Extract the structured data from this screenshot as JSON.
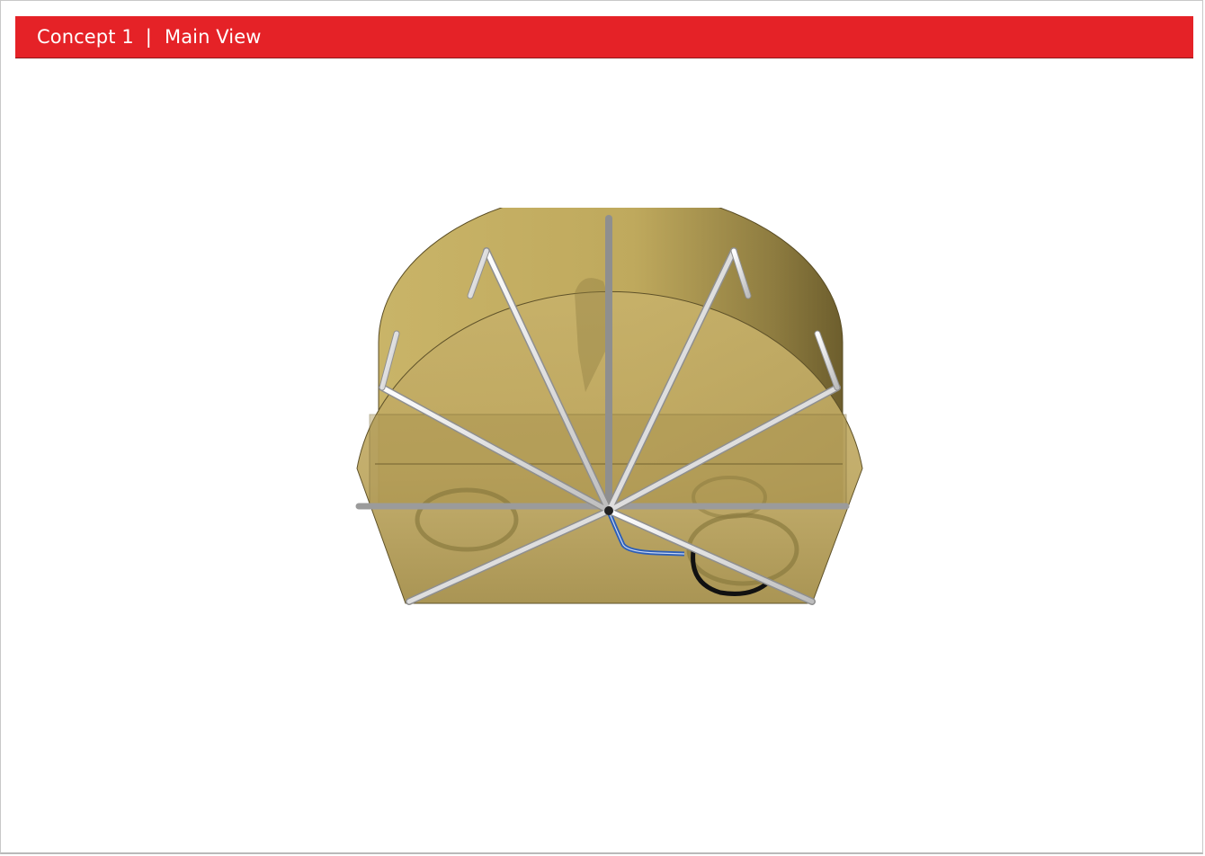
{
  "header": {
    "concept_label": "Concept 1",
    "separator": "|",
    "view_label": "Main View"
  },
  "colors": {
    "header_bg": "#e52227",
    "header_text": "#ffffff",
    "canopy_fill": "#b9a35a",
    "frame_tube": "#e6e6e6",
    "cable": "#2d5fb8"
  },
  "render": {
    "icon": "3d-render-canopy-frame"
  }
}
